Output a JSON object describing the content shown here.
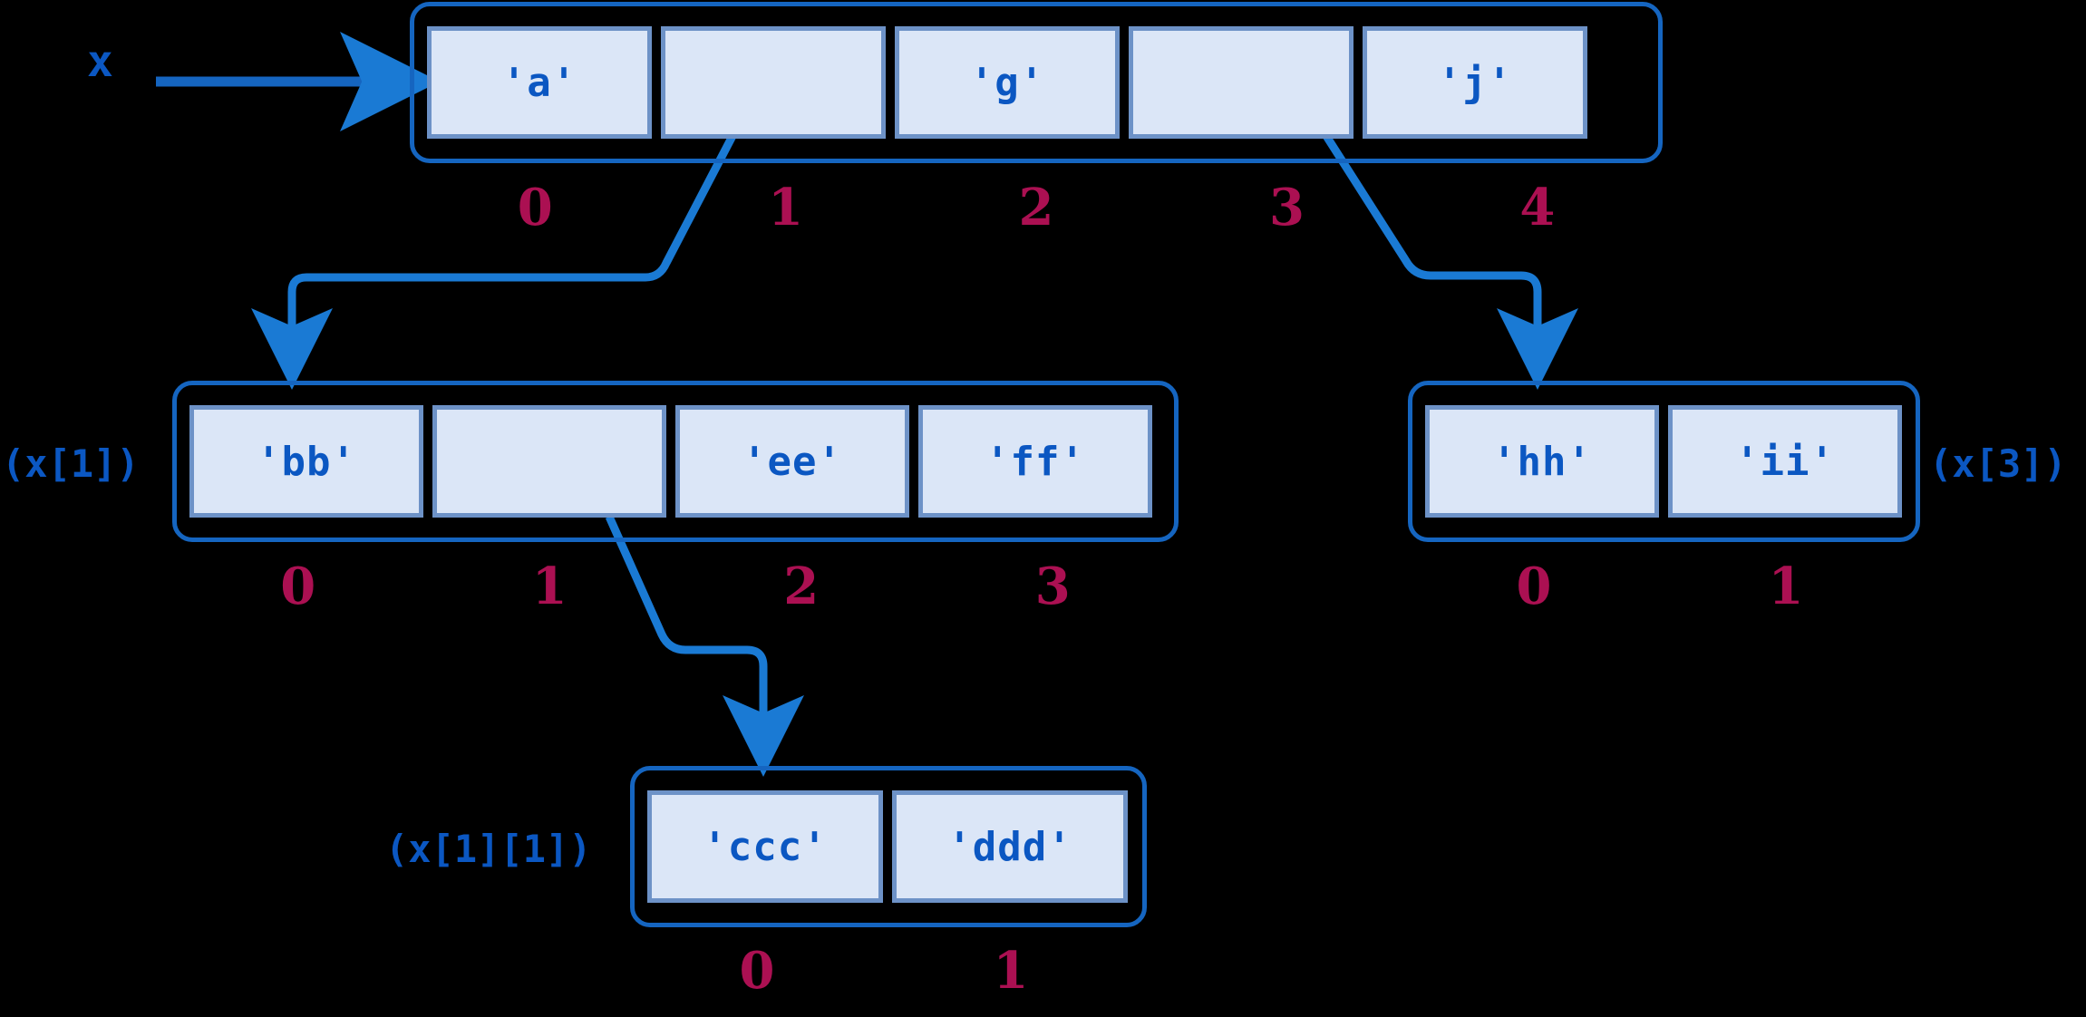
{
  "diagram": {
    "title": "nested list x reference diagram",
    "colors": {
      "background": "#000000",
      "container_border": "#1565c0",
      "cell_fill": "#dbe6f7",
      "cell_border": "#6d92c7",
      "text_blue": "#0b57c2",
      "index_crimson": "#ab1052",
      "arrow": "#1a7ad4"
    }
  },
  "root": {
    "pointer_label": "x",
    "name": "arr-x",
    "cells": [
      {
        "value": "'a'",
        "empty": false
      },
      {
        "value": "",
        "empty": true
      },
      {
        "value": "'g'",
        "empty": false
      },
      {
        "value": "",
        "empty": true
      },
      {
        "value": "'j'",
        "empty": false
      }
    ],
    "indices": [
      "0",
      "1",
      "2",
      "3",
      "4"
    ]
  },
  "sub_x1": {
    "label": "(x[1])",
    "name": "arr-x1",
    "cells": [
      {
        "value": "'bb'",
        "empty": false
      },
      {
        "value": "",
        "empty": true
      },
      {
        "value": "'ee'",
        "empty": false
      },
      {
        "value": "'ff'",
        "empty": false
      }
    ],
    "indices": [
      "0",
      "1",
      "2",
      "3"
    ]
  },
  "sub_x3": {
    "label": "(x[3])",
    "name": "arr-x3",
    "cells": [
      {
        "value": "'hh'",
        "empty": false
      },
      {
        "value": "'ii'",
        "empty": false
      }
    ],
    "indices": [
      "0",
      "1"
    ]
  },
  "sub_x1_1": {
    "label": "(x[1][1])",
    "name": "arr-x11",
    "cells": [
      {
        "value": "'ccc'",
        "empty": false
      },
      {
        "value": "'ddd'",
        "empty": false
      }
    ],
    "indices": [
      "0",
      "1"
    ]
  },
  "connectors": [
    {
      "name": "x-pointer-arrow",
      "from": "x-label",
      "to": "arr-x"
    },
    {
      "name": "x1-reference-arrow",
      "from": "root-cell-1",
      "to": "arr-x1"
    },
    {
      "name": "x3-reference-arrow",
      "from": "root-cell-3",
      "to": "arr-x3"
    },
    {
      "name": "x1-1-reference-arrow",
      "from": "x1-cell-1",
      "to": "arr-x11"
    }
  ]
}
